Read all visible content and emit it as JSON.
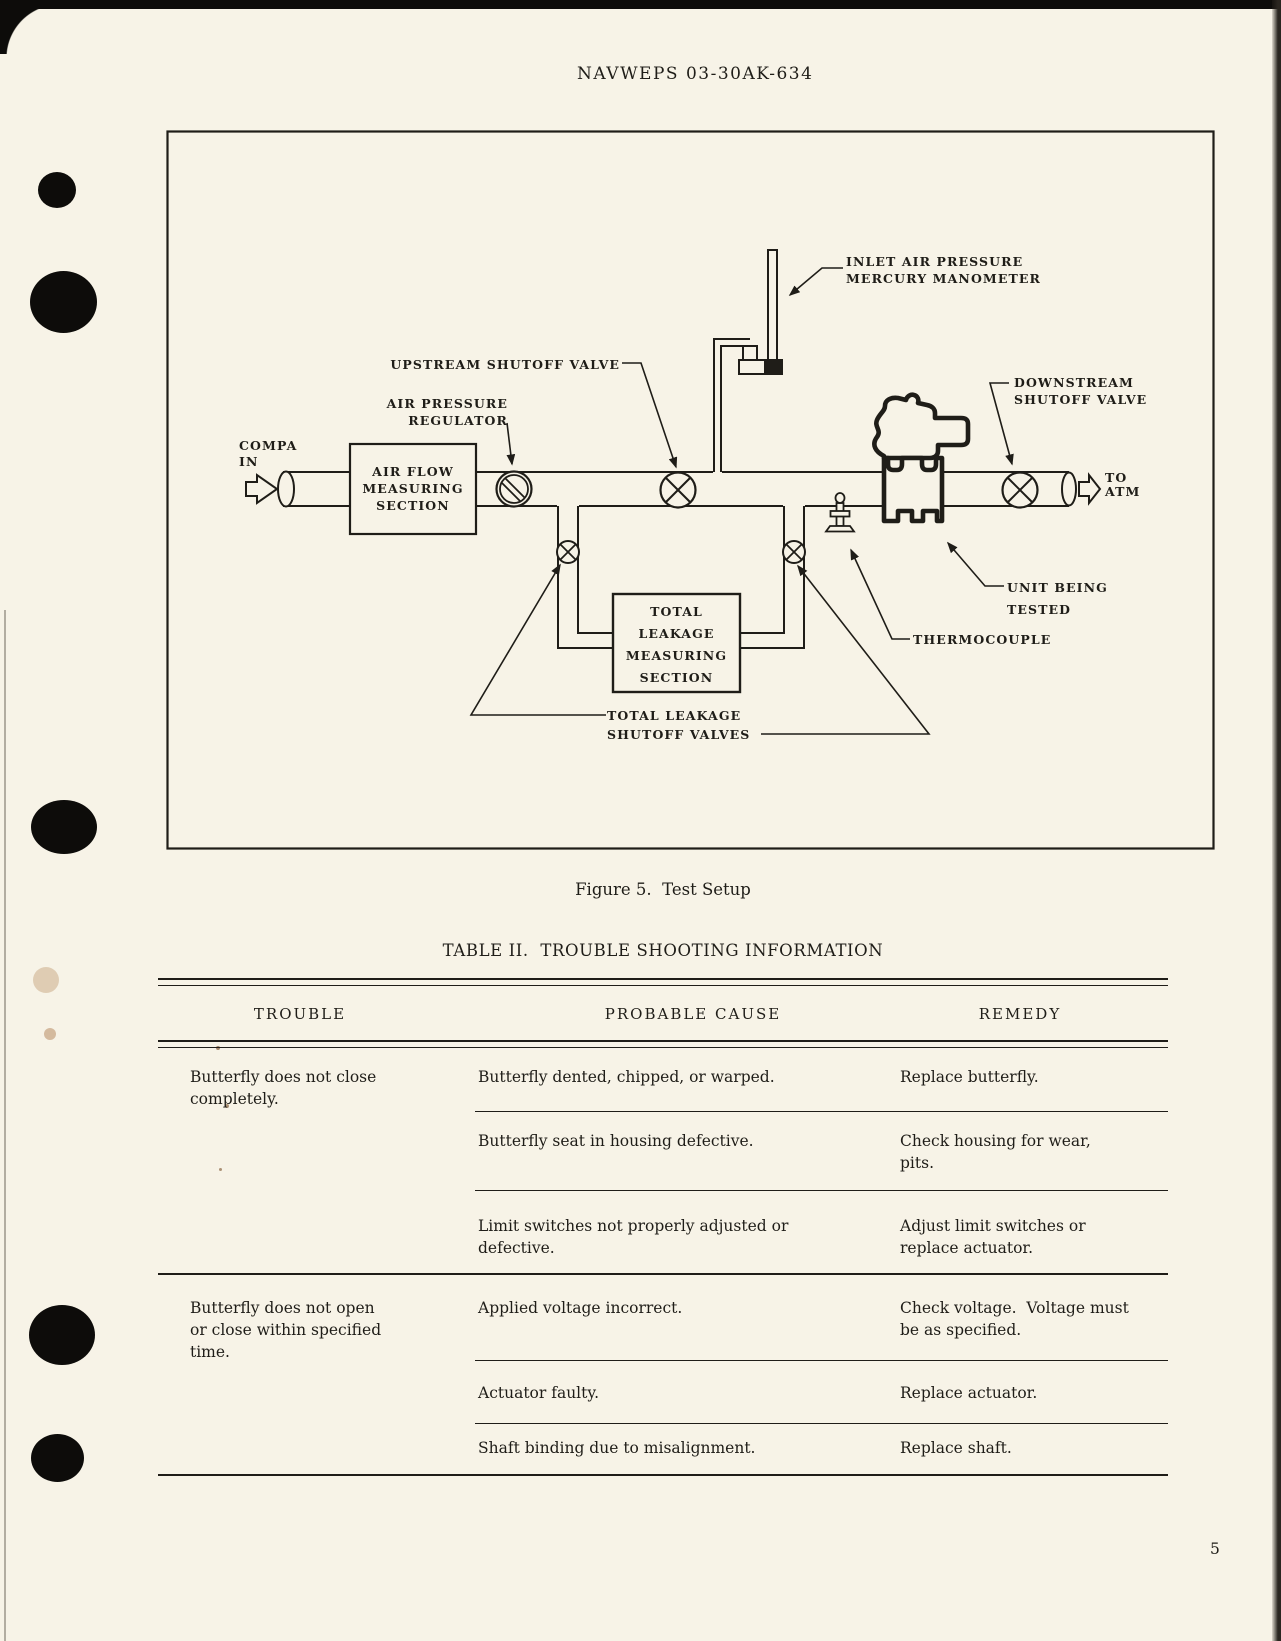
{
  "page": {
    "header": "NAVWEPS 03-30AK-634",
    "page_number": "5"
  },
  "figure": {
    "caption": "Figure 5.  Test Setup",
    "labels": {
      "inlet_manometer": "INLET AIR PRESSURE\nMERCURY MANOMETER",
      "upstream_valve": "UPSTREAM SHUTOFF VALVE",
      "air_pressure_regulator": "AIR PRESSURE\nREGULATOR",
      "downstream_valve": "DOWNSTREAM\nSHUTOFF VALVE",
      "compressed_air_in": "COMPA\nIN",
      "to_atm": "TO\nATM",
      "air_flow_box": "AIR FLOW\nMEASURING\nSECTION",
      "total_leakage_box": "TOTAL\nLEAKAGE\nMEASURING\nSECTION",
      "unit_being_tested": "UNIT BEING\nTESTED",
      "thermocouple": "THERMOCOUPLE",
      "total_leakage_valves": "TOTAL LEAKAGE\nSHUTOFF VALVES"
    }
  },
  "table": {
    "title": "TABLE II.  TROUBLE SHOOTING INFORMATION",
    "headers": {
      "trouble": "TROUBLE",
      "cause": "PROBABLE CAUSE",
      "remedy": "REMEDY"
    },
    "groups": [
      {
        "trouble": "Butterfly does not close\ncompletely.",
        "rows": [
          {
            "cause": "Butterfly dented, chipped, or warped.",
            "remedy": "Replace butterfly."
          },
          {
            "cause": "Butterfly seat in housing defective.",
            "remedy": "Check housing for wear,\npits."
          },
          {
            "cause": "Limit switches not properly adjusted or\ndefective.",
            "remedy": "Adjust limit switches or\nreplace actuator."
          }
        ]
      },
      {
        "trouble": "Butterfly does not open\nor close within specified\ntime.",
        "rows": [
          {
            "cause": "Applied voltage incorrect.",
            "remedy": "Check voltage.  Voltage must\nbe as specified."
          },
          {
            "cause": "Actuator faulty.",
            "remedy": "Replace actuator."
          },
          {
            "cause": "Shaft binding due to misalignment.",
            "remedy": "Replace shaft."
          }
        ]
      }
    ]
  },
  "colors": {
    "paper": "#f7f3e7",
    "ink": "#1f1d18"
  }
}
